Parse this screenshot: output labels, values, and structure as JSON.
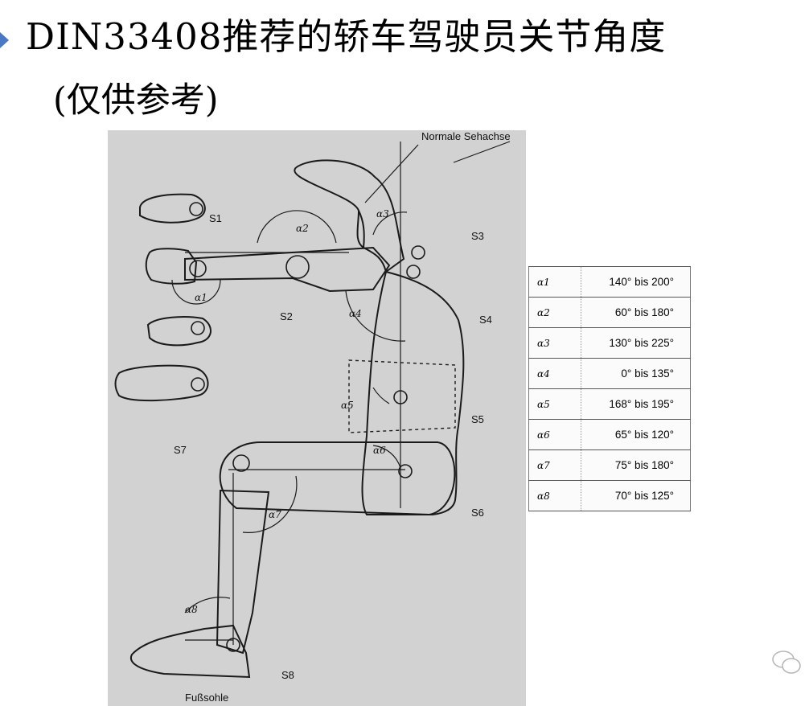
{
  "title": "DIN33408推荐的轿车驾驶员关节角度",
  "subtitle": "(仅供参考)",
  "figure": {
    "axis_label": "Normale Sehachse",
    "sole_label": "Fußsohle",
    "joints": [
      "S1",
      "S2",
      "S3",
      "S4",
      "S5",
      "S6",
      "S7",
      "S8"
    ],
    "angle_marks": [
      "α1",
      "α2",
      "α3",
      "α4",
      "α5",
      "α6",
      "α7",
      "α8"
    ]
  },
  "angle_table": {
    "rows": [
      {
        "sym": "α1",
        "range": "140° bis 200°"
      },
      {
        "sym": "α2",
        "range": "60° bis 180°"
      },
      {
        "sym": "α3",
        "range": "130° bis 225°"
      },
      {
        "sym": "α4",
        "range": "0° bis 135°"
      },
      {
        "sym": "α5",
        "range": "168° bis 195°"
      },
      {
        "sym": "α6",
        "range": "65° bis 120°"
      },
      {
        "sym": "α7",
        "range": "75° bis 180°"
      },
      {
        "sym": "α8",
        "range": "70° bis 125°"
      }
    ]
  },
  "colors": {
    "bullet": "#4a78c4",
    "figure_bg": "#d2d2d2",
    "line": "#1a1a1a"
  }
}
